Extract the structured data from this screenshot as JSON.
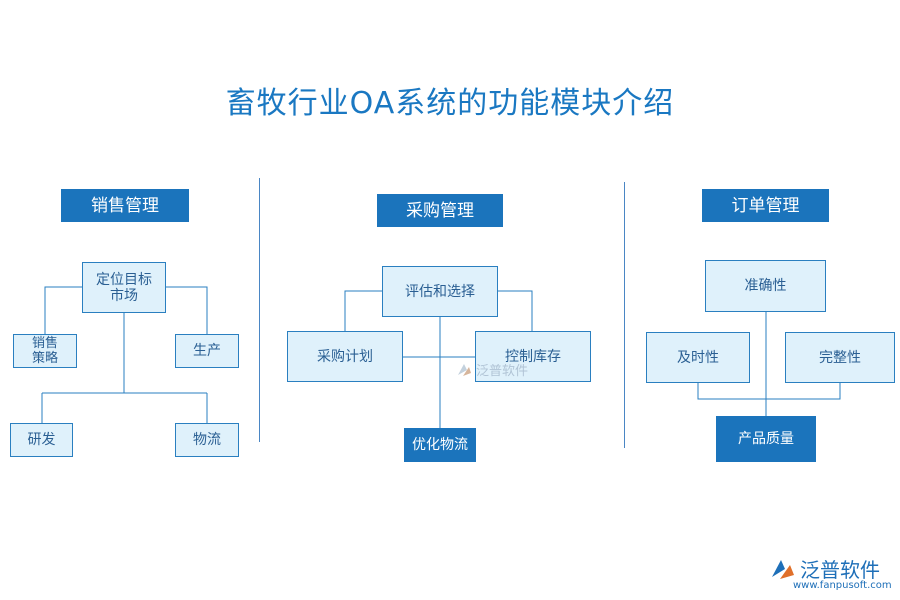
{
  "title": "畜牧行业OA系统的功能模块介绍",
  "sales": {
    "header": "销售管理",
    "center": "定位目标\n市场",
    "strategy": "销售\n策略",
    "production": "生产",
    "rd": "研发",
    "logistics": "物流"
  },
  "purchase": {
    "header": "采购管理",
    "evaluate": "评估和选择",
    "plan": "采购计划",
    "inventory": "控制库存",
    "logistics": "优化物流"
  },
  "order": {
    "header": "订单管理",
    "accuracy": "准确性",
    "timeliness": "及时性",
    "completeness": "完整性",
    "quality": "产品质量"
  },
  "watermark": {
    "text": "泛普软件"
  },
  "logo": {
    "name": "泛普软件",
    "url": "www.fanpusoft.com"
  },
  "colors": {
    "accent": "#1b74bc",
    "light_fill": "#dff1fb",
    "title": "#1a78c2"
  }
}
